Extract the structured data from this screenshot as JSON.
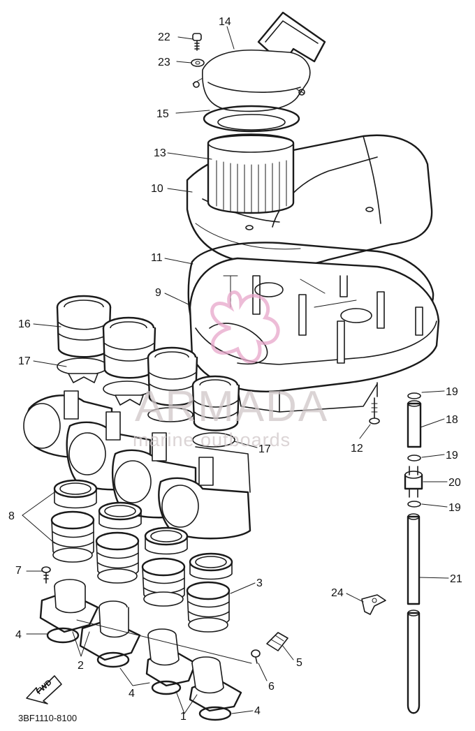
{
  "diagram": {
    "part_number": "3BF1110-8100",
    "fwd_label": "FWD",
    "watermark": {
      "brand": "ARMADA",
      "tagline": "marine outboards",
      "logo_color": "#e7a6c9"
    },
    "callouts": [
      "1",
      "2",
      "3",
      "4",
      "5",
      "6",
      "7",
      "8",
      "9",
      "10",
      "11",
      "12",
      "13",
      "14",
      "15",
      "16",
      "17",
      "18",
      "19",
      "20",
      "21",
      "22",
      "23",
      "24"
    ],
    "labels": {
      "l22": "22",
      "l23": "23",
      "l14": "14",
      "l15": "15",
      "l13": "13",
      "l10": "10",
      "l11": "11",
      "l9": "9",
      "l16": "16",
      "l17a": "17",
      "l17b": "17",
      "l12": "12",
      "l19a": "19",
      "l18": "18",
      "l19b": "19",
      "l20": "20",
      "l19c": "19",
      "l8": "8",
      "l7": "7",
      "l3": "3",
      "l21": "21",
      "l24": "24",
      "l4a": "4",
      "l2": "2",
      "l5": "5",
      "l4b": "4",
      "l6": "6",
      "l1": "1",
      "l4c": "4"
    }
  }
}
